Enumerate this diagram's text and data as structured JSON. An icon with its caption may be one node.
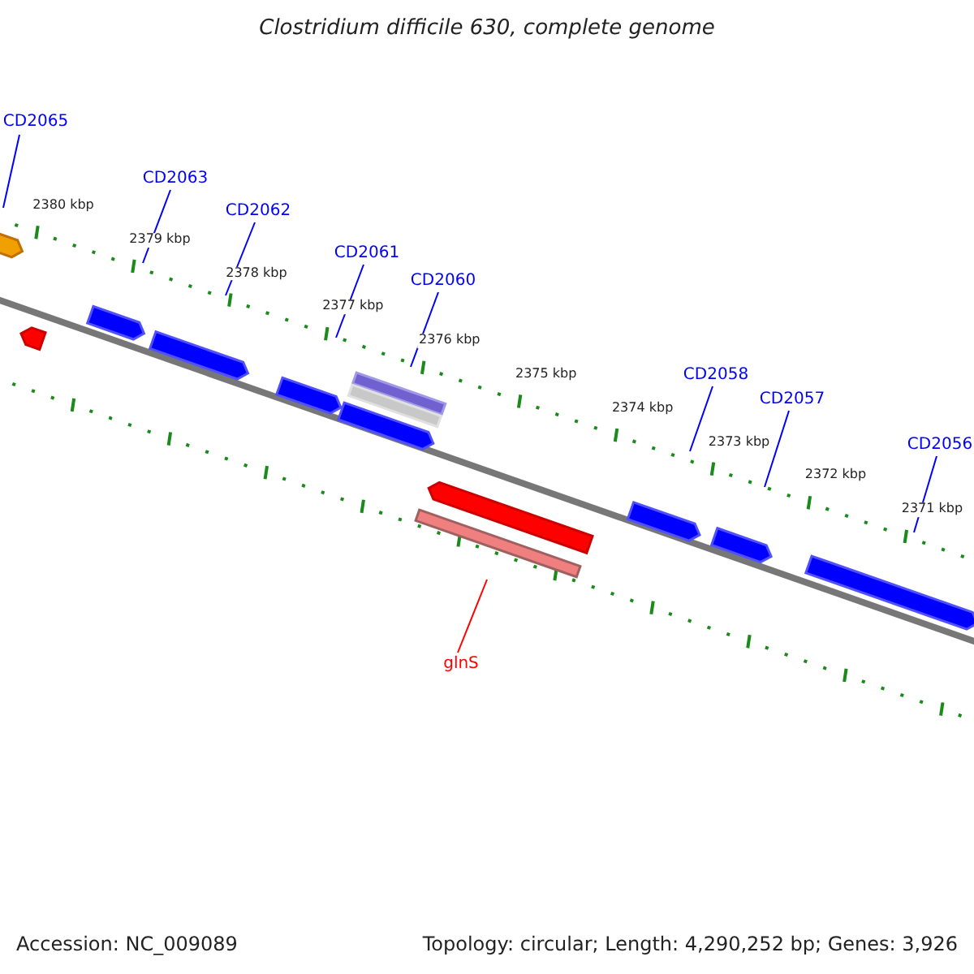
{
  "diagram": {
    "title": "Clostridium difficile 630, complete genome",
    "nodes": [
      {
        "text": [
          "CD2065"
        ]
      },
      {
        "text": [
          "CD2063"
        ]
      },
      {
        "text": [
          "CD2062"
        ]
      },
      {
        "text": [
          "CD2061"
        ]
      },
      {
        "text": [
          "CD2060"
        ]
      },
      {
        "text": [
          "CD2058"
        ]
      },
      {
        "text": [
          "CD2057"
        ]
      },
      {
        "text": [
          "CD2056"
        ]
      },
      {
        "text": [
          "glnS"
        ]
      }
    ],
    "edges": [
      {
        "from": 0,
        "to": null,
        "arrow": "none"
      },
      {
        "from": 1,
        "to": null,
        "arrow": "none"
      },
      {
        "from": 2,
        "to": null,
        "arrow": "none"
      },
      {
        "from": 3,
        "to": null,
        "arrow": "none"
      },
      {
        "from": 4,
        "to": null,
        "arrow": "none"
      },
      {
        "from": 5,
        "to": null,
        "arrow": "none"
      },
      {
        "from": 6,
        "to": null,
        "arrow": "none"
      },
      {
        "from": 7,
        "to": null,
        "arrow": "none"
      },
      {
        "from": 8,
        "to": null,
        "arrow": "none",
        "color": "#ff0000"
      }
    ],
    "labels": [
      "2380 kbp",
      "2379 kbp",
      "2378 kbp",
      "2377 kbp",
      "2376 kbp",
      "2375 kbp",
      "2374 kbp",
      "2373 kbp",
      "2372 kbp",
      "2371 kbp",
      "Accession: NC_009089",
      "Topology: circular; Length: 4,290,252 bp; Genes: 3,926"
    ]
  }
}
